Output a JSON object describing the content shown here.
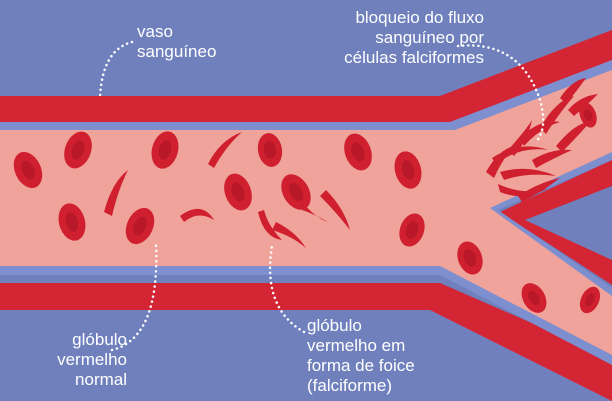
{
  "labels": {
    "vaso": [
      "vaso",
      "sanguíneo"
    ],
    "bloqueio": [
      "bloqueio do fluxo",
      "sanguíneo por",
      "células falciformes"
    ],
    "normal": [
      "glóbulo",
      "vermelho",
      "normal"
    ],
    "foice": [
      "glóbulo",
      "vermelho em",
      "forma de foice",
      "(falciforme)"
    ]
  },
  "colors": {
    "background": "#6f80bd",
    "vessel_wall": "#d42535",
    "vessel_lining": "#7d8fcf",
    "lumen": "#f0a39a",
    "cell": "#d02030",
    "cell_center": "#a81424",
    "label_text": "#ffffff"
  }
}
